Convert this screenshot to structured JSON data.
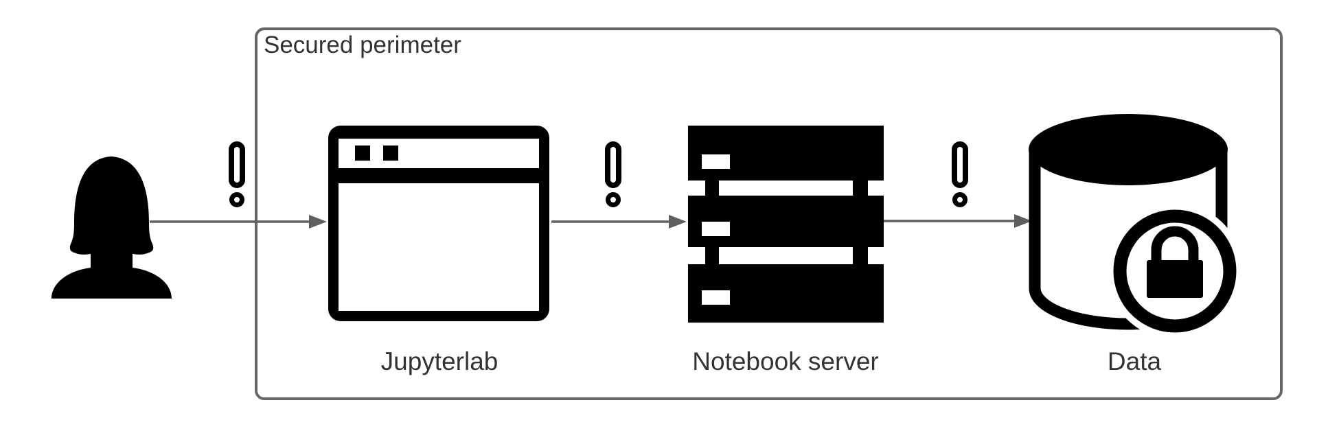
{
  "diagram": {
    "perimeter": {
      "label": "Secured perimeter",
      "contains": [
        "jupyterlab",
        "notebook_server",
        "data"
      ]
    },
    "nodes": [
      {
        "id": "user",
        "icon": "user-icon",
        "label": ""
      },
      {
        "id": "jupyterlab",
        "icon": "browser-window-icon",
        "label": "Jupyterlab"
      },
      {
        "id": "notebook_server",
        "icon": "server-stack-icon",
        "label": "Notebook server"
      },
      {
        "id": "data",
        "icon": "database-lock-icon",
        "label": "Data"
      }
    ],
    "edges": [
      {
        "from": "user",
        "to": "jupyterlab",
        "warning": true
      },
      {
        "from": "jupyterlab",
        "to": "notebook_server",
        "warning": true
      },
      {
        "from": "notebook_server",
        "to": "data",
        "warning": true
      }
    ],
    "colors": {
      "icon": "#000000",
      "arrow": "#5f5f5f",
      "perimeter_border": "#666666",
      "label_text": "#333333"
    }
  }
}
